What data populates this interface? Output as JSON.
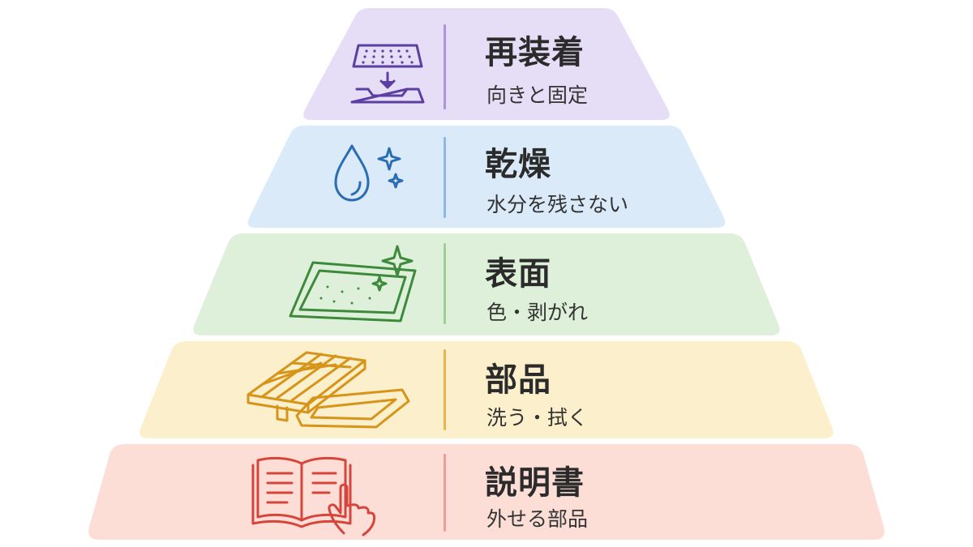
{
  "tiers": [
    {
      "title": "再装着",
      "subtitle": "向きと固定",
      "icon": "filter-reinstall-icon",
      "fill": "#e6def6",
      "accent": "#5b3fa3",
      "divider": "#a995d8"
    },
    {
      "title": "乾燥",
      "subtitle": "水分を残さない",
      "icon": "water-drop-sparkle-icon",
      "fill": "#dbeaf8",
      "accent": "#2a6db5",
      "divider": "#8cb9e3"
    },
    {
      "title": "表面",
      "subtitle": "色・剥がれ",
      "icon": "clean-surface-icon",
      "fill": "#dff0da",
      "accent": "#3d8a3c",
      "divider": "#9bcf93"
    },
    {
      "title": "部品",
      "subtitle": "洗う・拭く",
      "icon": "filter-parts-icon",
      "fill": "#fcefcc",
      "accent": "#d69419",
      "divider": "#e9b64a"
    },
    {
      "title": "説明書",
      "subtitle": "外せる部品",
      "icon": "manual-hand-icon",
      "fill": "#fcded7",
      "accent": "#d6453c",
      "divider": "#eb9e93"
    }
  ]
}
